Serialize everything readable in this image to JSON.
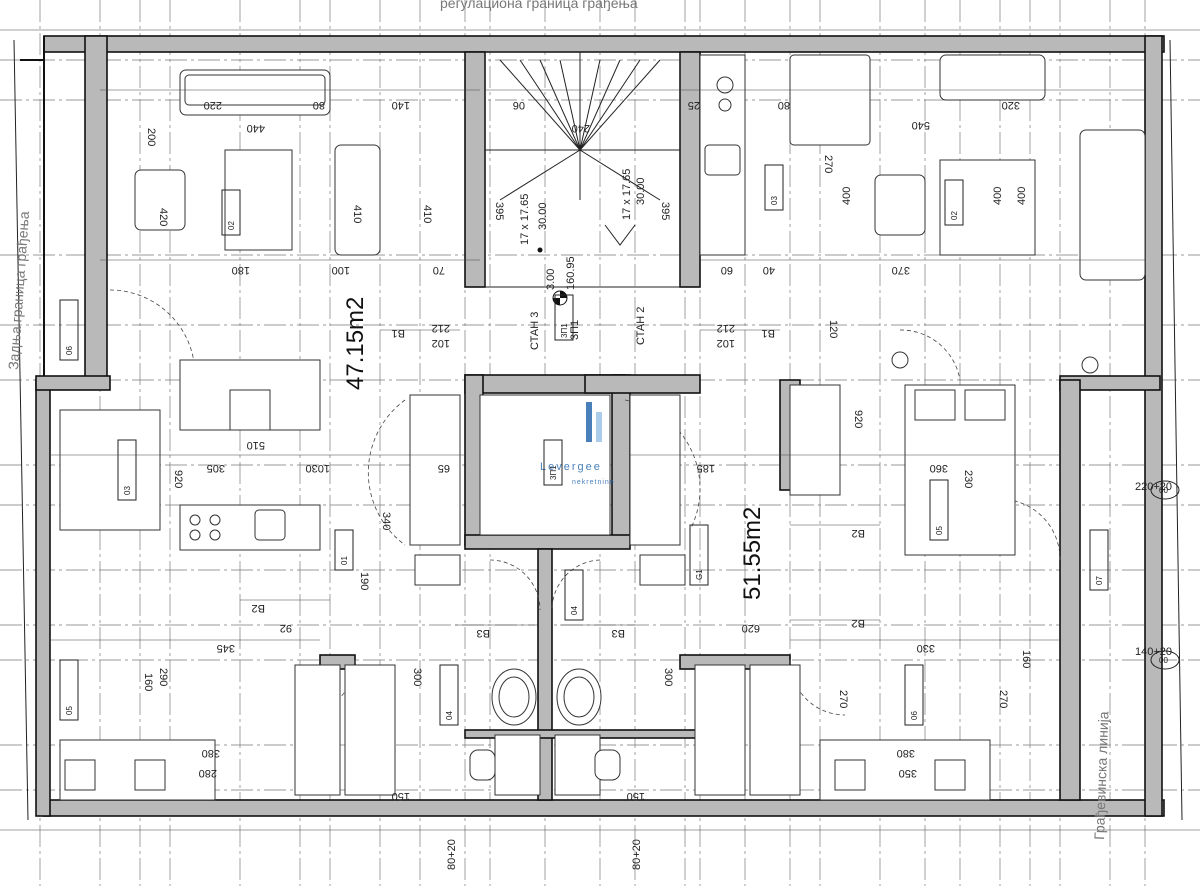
{
  "apartments": [
    {
      "area": "47.15m2"
    },
    {
      "area": "51.55m2"
    }
  ],
  "stairs": {
    "label_left": "СТАН 3",
    "label_right": "СТАН 2",
    "steps_a": "17 x 17.65",
    "len_a": "30.00",
    "steps_b": "17 x 17.65",
    "len_b": "30.00",
    "elev": "3.00",
    "elev2": "160.95",
    "node": "3П1"
  },
  "edge_labels": {
    "left": "Задња граница грађења",
    "top": "регулациона граница грађења",
    "right": "Грађевинска линија"
  },
  "watermark": {
    "brand": "Levergee",
    "sub": "nekretnine"
  },
  "room_tags": [
    "01",
    "02",
    "03",
    "04",
    "05",
    "06",
    "07",
    "G1",
    "B1",
    "B2",
    "B3",
    "3П1",
    "00"
  ],
  "dims": {
    "d220": "220",
    "d80": "80",
    "d440": "440",
    "d140": "140",
    "d06": "06",
    "d240": "240",
    "d25": "25",
    "d80b": "80",
    "d540": "540",
    "d320": "320",
    "d200": "200",
    "d410": "410",
    "d420": "420",
    "d180": "180",
    "d100": "100",
    "d70": "70",
    "d395": "395",
    "d60": "60",
    "d40": "40",
    "d370": "370",
    "d400": "400",
    "d270": "270",
    "d120": "120",
    "d212": "212",
    "d102": "102",
    "d510": "510",
    "d305": "305",
    "d1030": "1030",
    "d65": "65",
    "d185": "185",
    "d360": "360",
    "d230": "230",
    "d920": "920",
    "d340": "340",
    "d190": "190",
    "d345": "345",
    "d160": "160",
    "d290": "290",
    "d300": "300",
    "d330": "330",
    "d380": "380",
    "d280": "280",
    "d350": "350",
    "d620": "620",
    "d92": "92",
    "d150": "150",
    "d80_20": "80+20",
    "d140_20": "140+20",
    "d220_20": "220+20"
  }
}
